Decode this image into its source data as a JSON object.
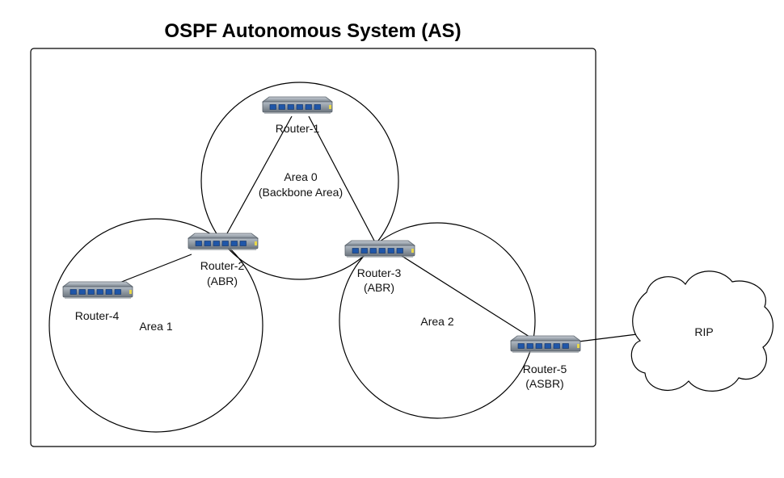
{
  "title": "OSPF Autonomous System (AS)",
  "areas": [
    {
      "id": "area0",
      "label": "Area 0",
      "sublabel": "(Backbone Area)"
    },
    {
      "id": "area1",
      "label": "Area 1"
    },
    {
      "id": "area2",
      "label": "Area 2"
    }
  ],
  "routers": [
    {
      "id": "r1",
      "name": "Router-1"
    },
    {
      "id": "r2",
      "name": "Router-2",
      "role": "(ABR)"
    },
    {
      "id": "r3",
      "name": "Router-3",
      "role": "(ABR)"
    },
    {
      "id": "r4",
      "name": "Router-4"
    },
    {
      "id": "r5",
      "name": "Router-5",
      "role": "(ASBR)"
    }
  ],
  "links": [
    {
      "from": "r1",
      "to": "r2"
    },
    {
      "from": "r1",
      "to": "r3"
    },
    {
      "from": "r2",
      "to": "r4"
    },
    {
      "from": "r3",
      "to": "r5"
    },
    {
      "from": "r5",
      "to": "rip"
    }
  ],
  "external": {
    "label": "RIP"
  },
  "colors": {
    "stroke": "#000000",
    "router_body": "#9aa4ae",
    "router_port": "#1f56a8",
    "router_led": "#e8d84a"
  }
}
